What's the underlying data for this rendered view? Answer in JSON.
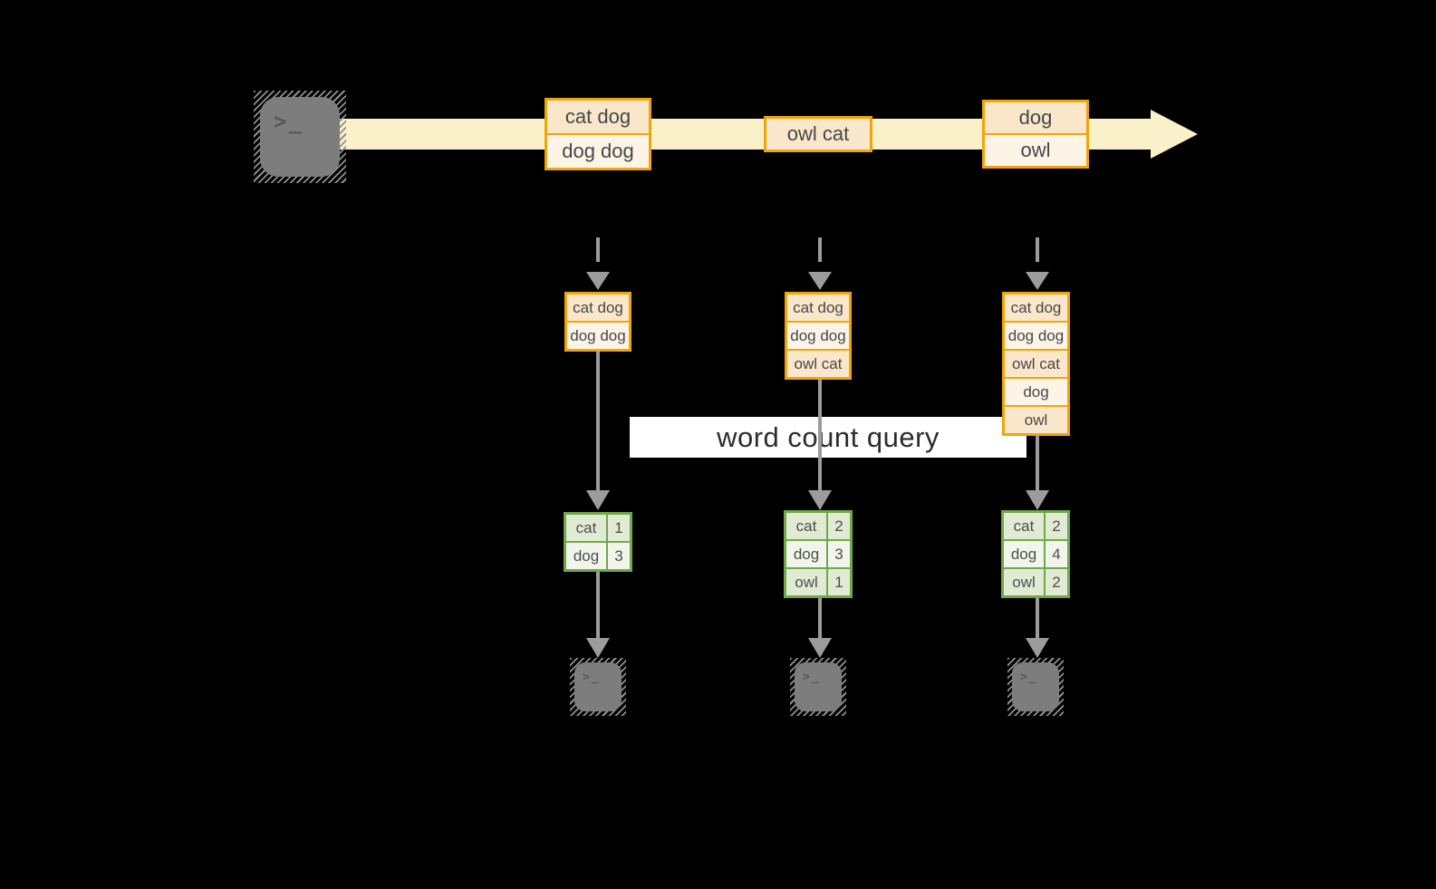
{
  "query_label": "word count query",
  "terminal_glyph": ">_",
  "stream_batches": [
    {
      "rows": [
        "cat dog",
        "dog dog"
      ]
    },
    {
      "rows": [
        "owl cat"
      ]
    },
    {
      "rows": [
        "dog",
        "owl"
      ]
    }
  ],
  "window_buffers": [
    {
      "rows": [
        "cat dog",
        "dog dog"
      ]
    },
    {
      "rows": [
        "cat dog",
        "dog dog",
        "owl cat"
      ]
    },
    {
      "rows": [
        "cat dog",
        "dog dog",
        "owl cat",
        "dog",
        "owl"
      ]
    }
  ],
  "result_tables": [
    {
      "rows": [
        {
          "word": "cat",
          "count": "1"
        },
        {
          "word": "dog",
          "count": "3"
        }
      ]
    },
    {
      "rows": [
        {
          "word": "cat",
          "count": "2"
        },
        {
          "word": "dog",
          "count": "3"
        },
        {
          "word": "owl",
          "count": "1"
        }
      ]
    },
    {
      "rows": [
        {
          "word": "cat",
          "count": "2"
        },
        {
          "word": "dog",
          "count": "4"
        },
        {
          "word": "owl",
          "count": "2"
        }
      ]
    }
  ],
  "palette": {
    "background": "#000000",
    "stream_band": "#faf0c9",
    "orange_border": "#f0a508",
    "orange_fill_dark": "#fae6ca",
    "orange_fill_light": "#fdf4e8",
    "green_border": "#71a84a",
    "green_fill_dark": "#e1ebd3",
    "green_fill_light": "#f1f5eb",
    "arrow_gray": "#9c9c9c",
    "terminal_gray": "#7d7d7d",
    "query_label_bg": "#ffffff"
  }
}
